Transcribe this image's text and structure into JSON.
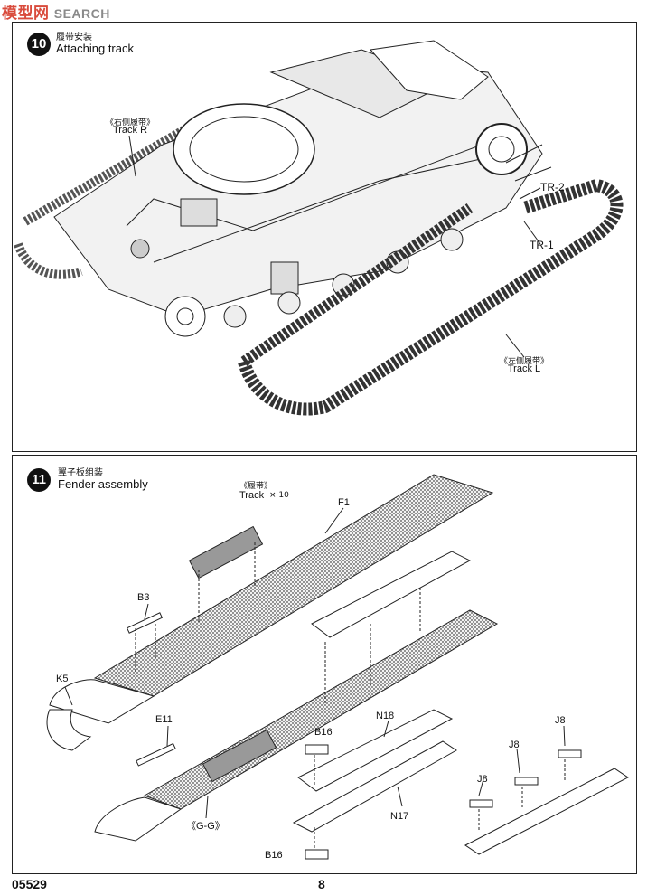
{
  "watermark": {
    "logo": "模型网",
    "text": "SEARCH"
  },
  "step10": {
    "number": "10",
    "title_cn": "履带安装",
    "title_en": "Attaching track",
    "track_r_cn": "《右侧履带》",
    "track_r_en": "Track R",
    "track_l_cn": "《左侧履带》",
    "track_l_en": "Track L",
    "tr2": "TR-2",
    "tr1": "TR-1"
  },
  "step11": {
    "number": "11",
    "title_cn": "翼子板组装",
    "title_en": "Fender assembly",
    "track_cn": "《履带》",
    "track_en": "Track",
    "track_qty": "× 10",
    "f1": "F1",
    "b3": "B3",
    "k5": "K5",
    "e11": "E11",
    "gg": "《G-G》",
    "b16a": "B16",
    "n18": "N18",
    "n17": "N17",
    "b16b": "B16",
    "j8a": "J8",
    "j8b": "J8",
    "j8c": "J8"
  },
  "footer": {
    "code": "05529",
    "page": "8"
  }
}
